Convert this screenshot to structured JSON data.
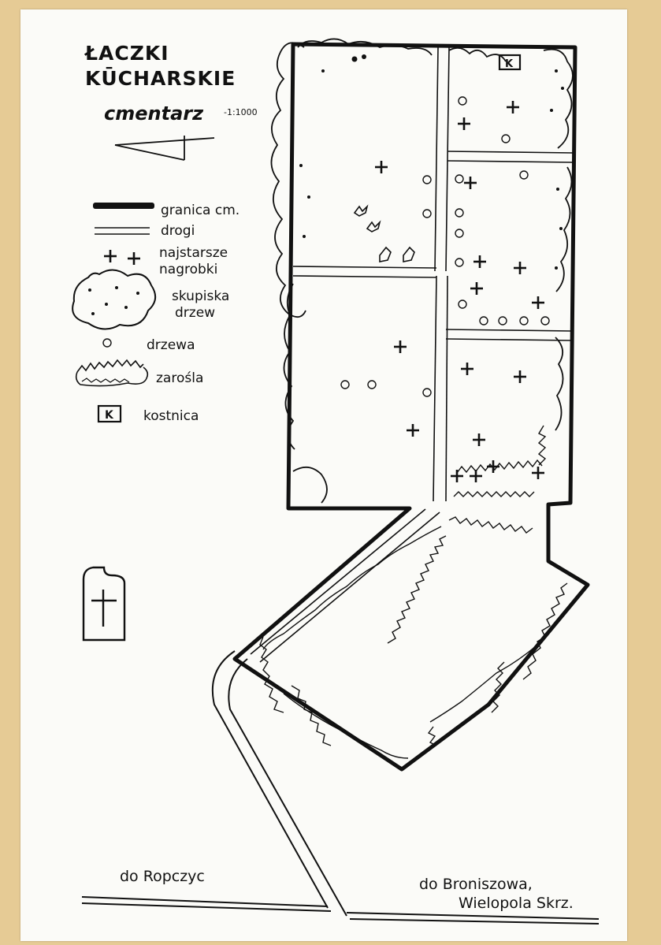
{
  "title": {
    "line1": "ŁACZKI",
    "line2": "KŪCHARSKIE",
    "subtitle": "cmentarz",
    "scale": "-1:1000"
  },
  "legend": {
    "boundary": "granica cm.",
    "roads": "drogi",
    "oldest_graves_line1": "najstarsze",
    "oldest_graves_line2": "nagrobki",
    "tree_groups_line1": "skupiska",
    "tree_groups_line2": "drzew",
    "tree": "drzewa",
    "thicket": "zarośla",
    "ossuary": "kostnica",
    "ossuary_symbol": "K"
  },
  "labels": {
    "road_left": "do Ropczyc",
    "road_right_line1": "do Broniszowa,",
    "road_right_line2": "Wielopola Skrz."
  },
  "colors": {
    "ink": "#111111",
    "paper": "#fbfbf8",
    "board": "#e6cb95"
  },
  "icons": [
    "north-arrow-icon",
    "cross-icon",
    "tree-icon",
    "tree-group-icon",
    "thicket-icon",
    "ossuary-icon",
    "chapel-icon"
  ]
}
